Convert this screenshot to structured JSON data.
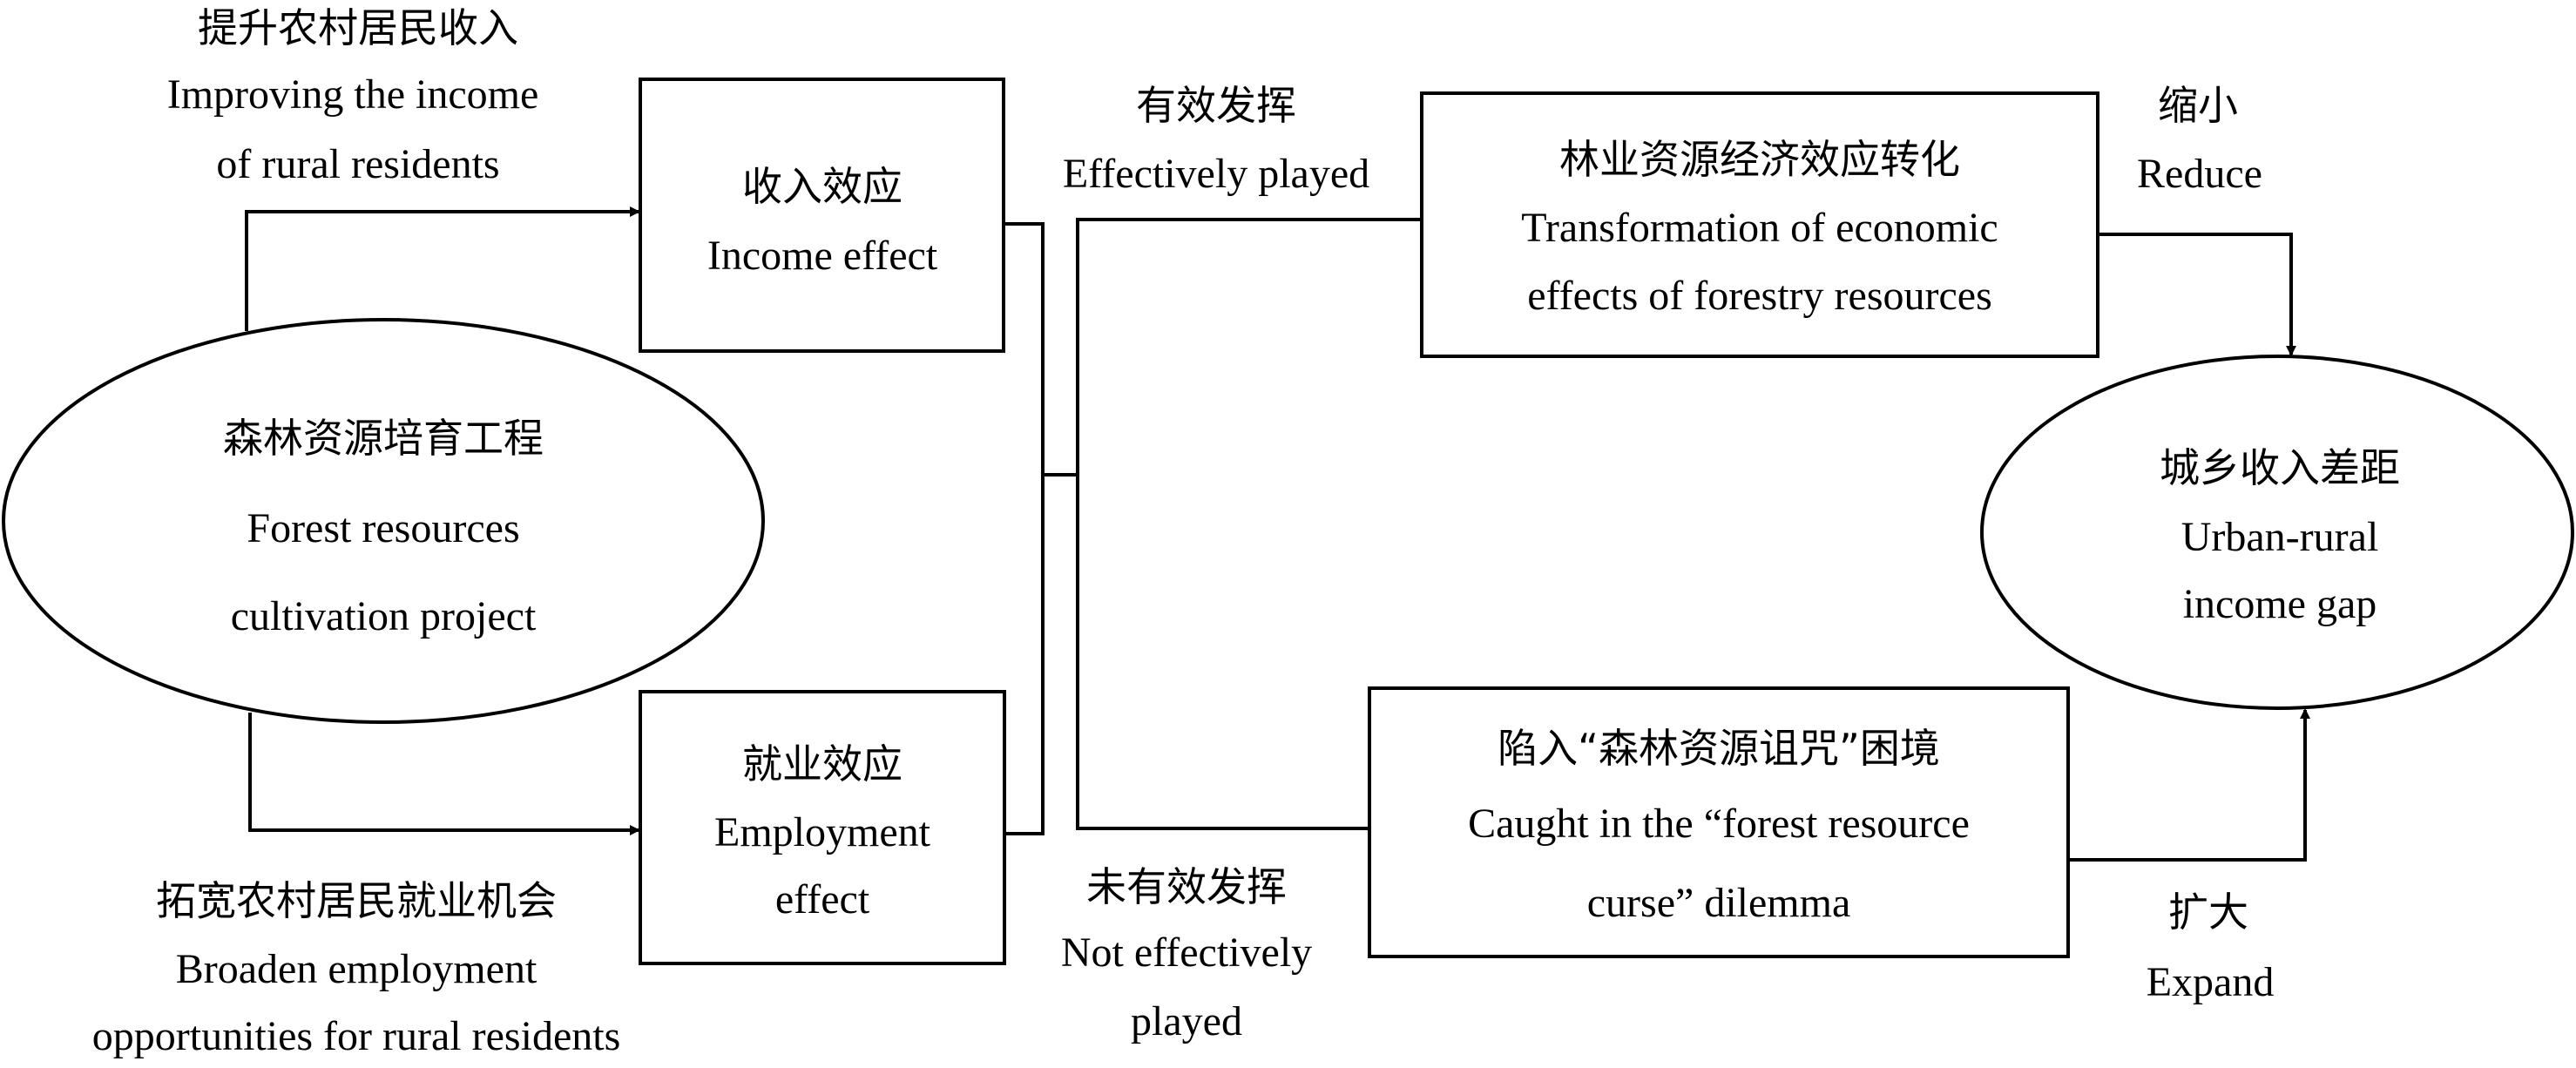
{
  "nodes": {
    "source": {
      "zh": "森林资源培育工程",
      "en1": "Forest resources",
      "en2": "cultivation project"
    },
    "income_effect": {
      "zh": "收入效应",
      "en1": "Income effect"
    },
    "employment_effect": {
      "zh": "就业效应",
      "en1": "Employment",
      "en2": "effect"
    },
    "transformation": {
      "zh": "林业资源经济效应转化",
      "en1": "Transformation of economic",
      "en2": "effects of forestry resources"
    },
    "curse": {
      "zh": "陷入“森林资源诅咒”困境",
      "en1": "Caught in the “forest resource",
      "en2": "curse” dilemma"
    },
    "gap": {
      "zh": "城乡收入差距",
      "en1": "Urban-rural",
      "en2": "income gap"
    }
  },
  "edge_labels": {
    "improve_income": {
      "zh": "提升农村居民收入",
      "en1": "Improving the income",
      "en2": "of rural residents"
    },
    "broaden_employment": {
      "zh": "拓宽农村居民就业机会",
      "en1": "Broaden employment",
      "en2": "opportunities for rural residents"
    },
    "effective": {
      "zh": "有效发挥",
      "en1": "Effectively played"
    },
    "not_effective": {
      "zh": "未有效发挥",
      "en1": "Not effectively",
      "en2": "played"
    },
    "reduce": {
      "zh": "缩小",
      "en1": "Reduce"
    },
    "expand": {
      "zh": "扩大",
      "en1": "Expand"
    }
  }
}
